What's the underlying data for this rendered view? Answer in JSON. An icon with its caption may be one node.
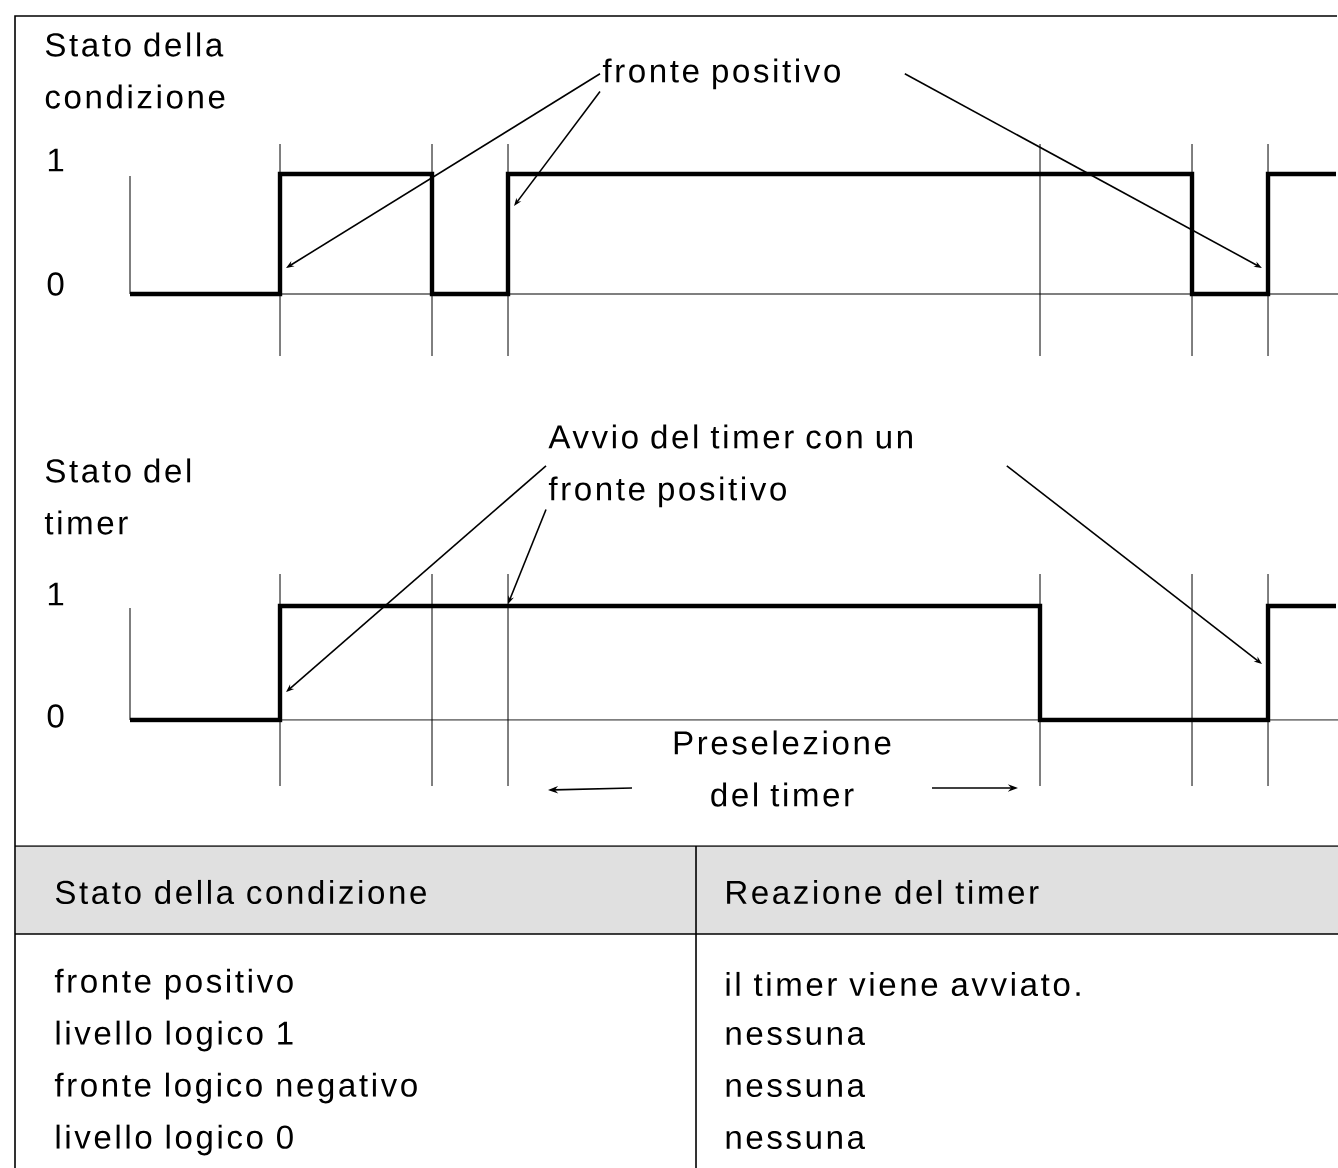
{
  "diagram": {
    "nodes": [
      {
        "text": [
          "fronte positivo"
        ]
      },
      {
        "text": [
          "Avvio del timer con un fronte positivo"
        ]
      }
    ],
    "edges": [
      {
        "from": 0,
        "to": null,
        "arrow": "to"
      },
      {
        "from": 0,
        "to": null,
        "arrow": "to"
      },
      {
        "from": 0,
        "to": null,
        "arrow": "to"
      },
      {
        "from": 1,
        "to": null,
        "arrow": "to"
      },
      {
        "from": 1,
        "to": null,
        "arrow": "to"
      },
      {
        "from": 1,
        "to": null,
        "arrow": "to"
      }
    ],
    "labels": [
      "Stato della condizione",
      "1",
      "0",
      "Stato del timer",
      "1",
      "0",
      "Preselezione del timer",
      "Stato della condizione",
      "Reazione del timer",
      "fronte positivo",
      "il timer viene avviato.",
      "livello logico 1",
      "nessuna",
      "fronte logico negativo",
      "nessuna",
      "livello logico 0",
      "nessuna"
    ]
  }
}
